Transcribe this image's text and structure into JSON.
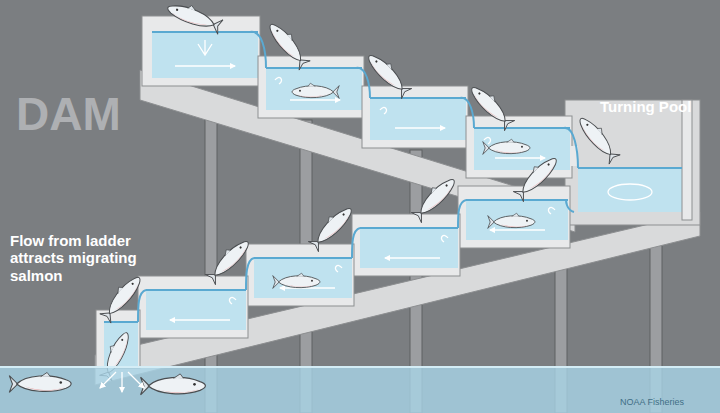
{
  "diagram": {
    "labels": [
      "DAM",
      "Turning Pool",
      "Flow from ladder attracts migrating salmon",
      "NOAA Fisheries"
    ]
  }
}
